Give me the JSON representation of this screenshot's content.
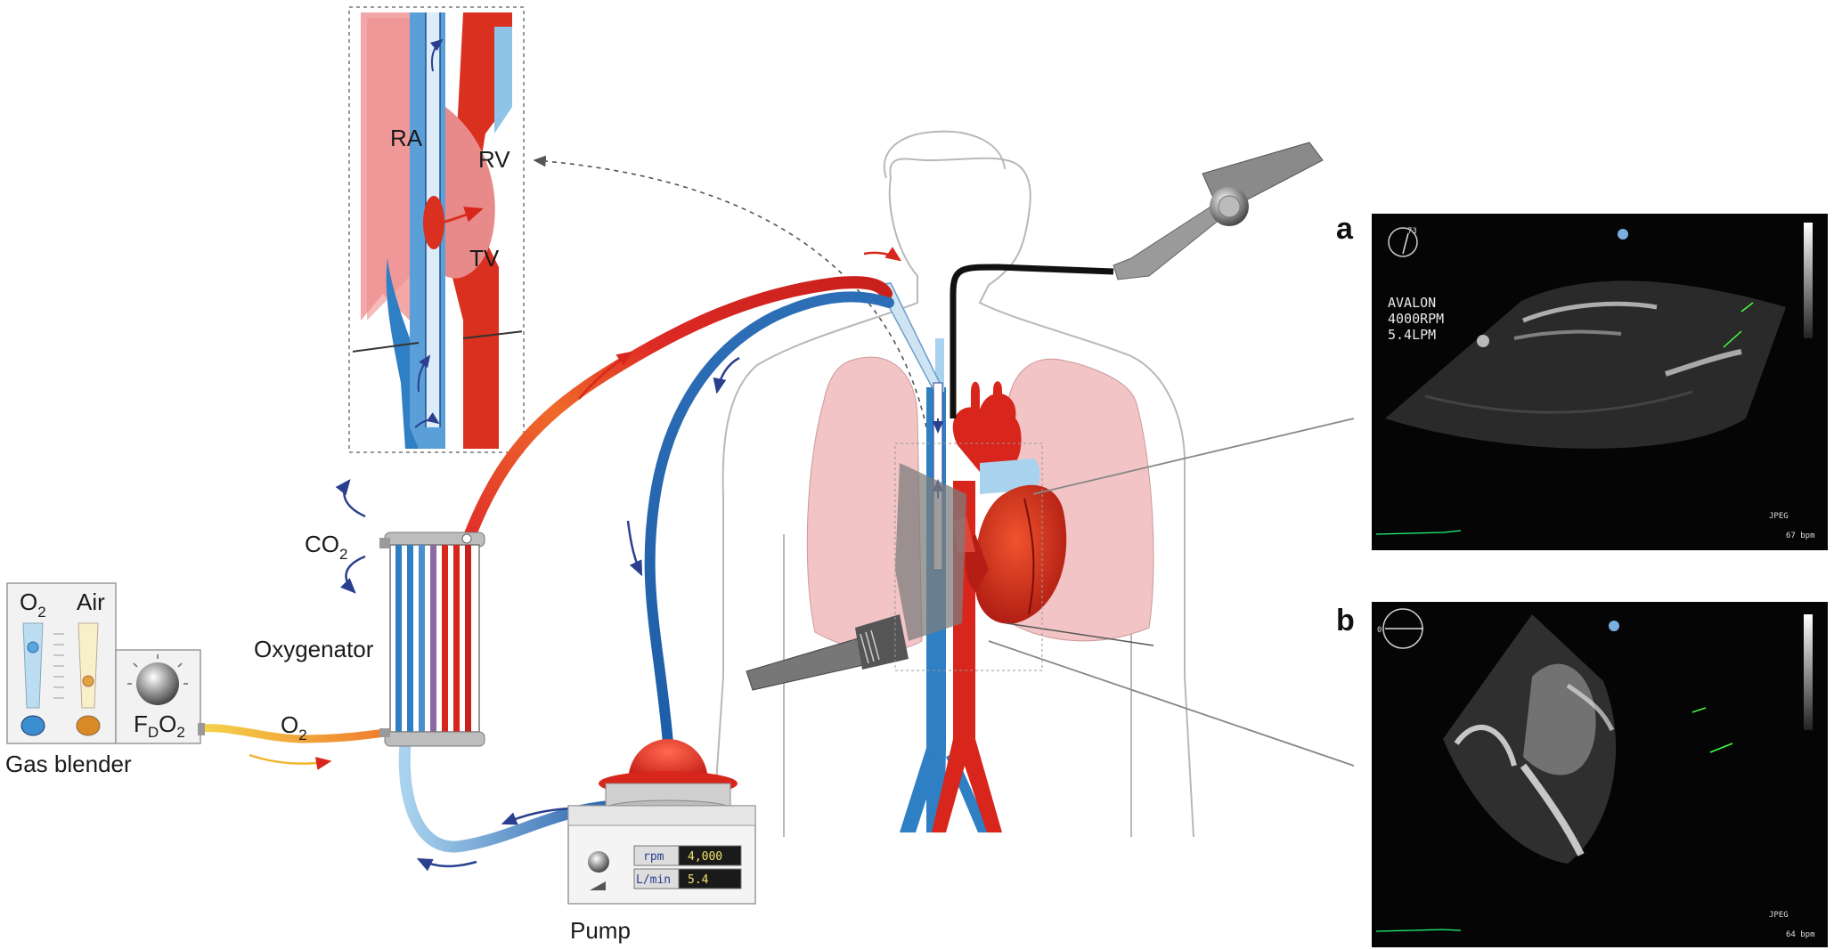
{
  "labels": {
    "inset_ra": "RA",
    "inset_rv": "RV",
    "inset_tv": "TV",
    "co2": "CO",
    "co2_sub": "2",
    "oxygenator": "Oxygenator",
    "blender_o2": "O",
    "blender_o2_sub": "2",
    "blender_air": "Air",
    "fdo2_f": "F",
    "fdo2_d": "D",
    "fdo2_o": "O",
    "fdo2_sub": "2",
    "gas_blender": "Gas blender",
    "line_o2": "O",
    "line_o2_sub": "2",
    "pump": "Pump",
    "panel_a": "a",
    "panel_b": "b"
  },
  "pump_display": {
    "rpm_label": "rpm",
    "rpm_value": "4,000",
    "flow_label": "L/min",
    "flow_value": "5.4"
  },
  "echo_a": {
    "angle": "73",
    "line1": "AVALON",
    "line2": "4000RPM",
    "line3": "5.4LPM",
    "format": "JPEG",
    "hr": "67 bpm"
  },
  "echo_b": {
    "angle": "0",
    "format": "JPEG",
    "hr": "64 bpm"
  },
  "colors": {
    "oxygenated": "#d8261c",
    "deoxygenated": "#2f7fc4",
    "light_blue": "#9fcbe8",
    "lung_pink": "#f2c4c6",
    "o2_line": "#f0b52a",
    "arrow_dark": "#2a3f8f"
  }
}
